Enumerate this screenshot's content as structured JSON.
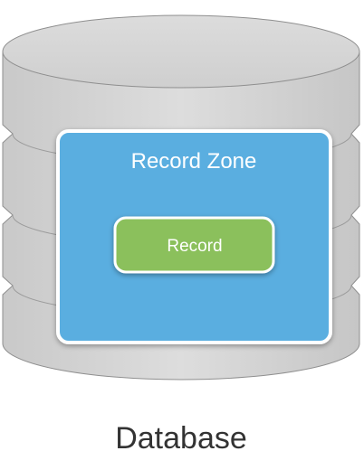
{
  "diagram": {
    "database_label": "Database",
    "record_zone_label": "Record Zone",
    "record_label": "Record"
  },
  "colors": {
    "database_fill": "#d4d4d4",
    "database_stroke": "#8f8f8f",
    "record_zone_fill": "#5aaee0",
    "record_zone_border": "#ffffff",
    "record_fill": "#8bc05c",
    "record_border": "#ffffff",
    "text_light": "#ffffff",
    "text_dark": "#333333"
  }
}
